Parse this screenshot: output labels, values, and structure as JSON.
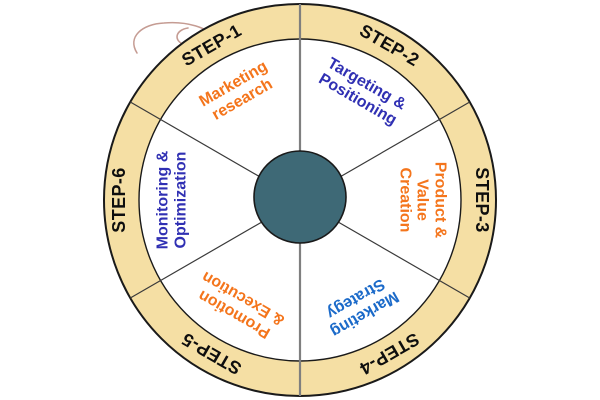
{
  "diagram": {
    "name": "marketing-process-wheel",
    "type": "circular-process-diagram",
    "ring_color": "#F5DFA4",
    "hub_color": "#3E6976",
    "step_label_color": "#0E0E0E",
    "outline_color": "#1A1A1A",
    "vertical_divider_color": "#7F7F7F",
    "diagonal_divider_color": "#3A3A3A",
    "squiggle_color": "#C59C93",
    "steps": [
      {
        "id": 1,
        "ring_label": "STEP-1",
        "title": "Marketing\nresearch",
        "color": "#F4751C"
      },
      {
        "id": 2,
        "ring_label": "STEP-2",
        "title": "Targeting &\nPositioning",
        "color": "#3030B3"
      },
      {
        "id": 3,
        "ring_label": "STEP-3",
        "title": "Product &\nValue\nCreation",
        "color": "#F4751C"
      },
      {
        "id": 4,
        "ring_label": "STEP-4",
        "title": "Marketing\nStrategy",
        "color": "#1B6AC9"
      },
      {
        "id": 5,
        "ring_label": "STEP-5",
        "title": "Promotion\n& Execution",
        "color": "#F4751C"
      },
      {
        "id": 6,
        "ring_label": "STEP-6",
        "title": "Monitoring &\nOptimization",
        "color": "#3030B3"
      }
    ]
  }
}
